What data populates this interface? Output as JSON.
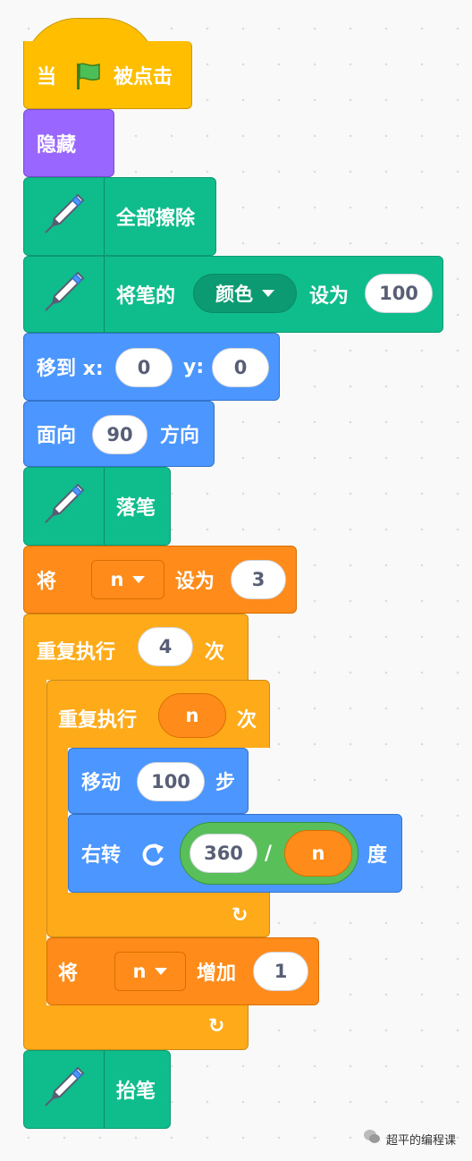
{
  "blocks": {
    "when_flag": {
      "prefix": "当",
      "suffix": "被点击"
    },
    "hide": {
      "label": "隐藏"
    },
    "clear": {
      "label": "全部擦除"
    },
    "set_pen": {
      "label": "将笔的",
      "param": "颜色",
      "mid": "设为",
      "value": "100"
    },
    "goto": {
      "label": "移到 x:",
      "x": "0",
      "ylabel": "y:",
      "y": "0"
    },
    "point": {
      "label": "面向",
      "value": "90",
      "suffix": "方向"
    },
    "pen_down": {
      "label": "落笔"
    },
    "set_var": {
      "label": "将",
      "var": "n",
      "mid": "设为",
      "value": "3"
    },
    "repeat_outer": {
      "label": "重复执行",
      "value": "4",
      "suffix": "次"
    },
    "repeat_inner": {
      "label": "重复执行",
      "value": "n",
      "suffix": "次"
    },
    "move": {
      "label": "移动",
      "value": "100",
      "suffix": "步"
    },
    "turn": {
      "label": "右转",
      "num": "360",
      "op": "/",
      "var": "n",
      "suffix": "度"
    },
    "change_var": {
      "label": "将",
      "var": "n",
      "mid": "增加",
      "value": "1"
    },
    "pen_up": {
      "label": "抬笔"
    }
  },
  "watermark": {
    "text": "超平的编程课"
  },
  "icons": [
    "flag-icon",
    "pen-icon",
    "turn-right-icon",
    "loop-arrow-icon",
    "dropdown-caret-icon",
    "wechat-icon"
  ],
  "colors": {
    "events": "#ffbf00",
    "looks": "#9966ff",
    "pen": "#0fbd8c",
    "motion": "#4c97ff",
    "variables": "#ff8c1a",
    "control": "#ffab19",
    "operators": "#59c059"
  }
}
